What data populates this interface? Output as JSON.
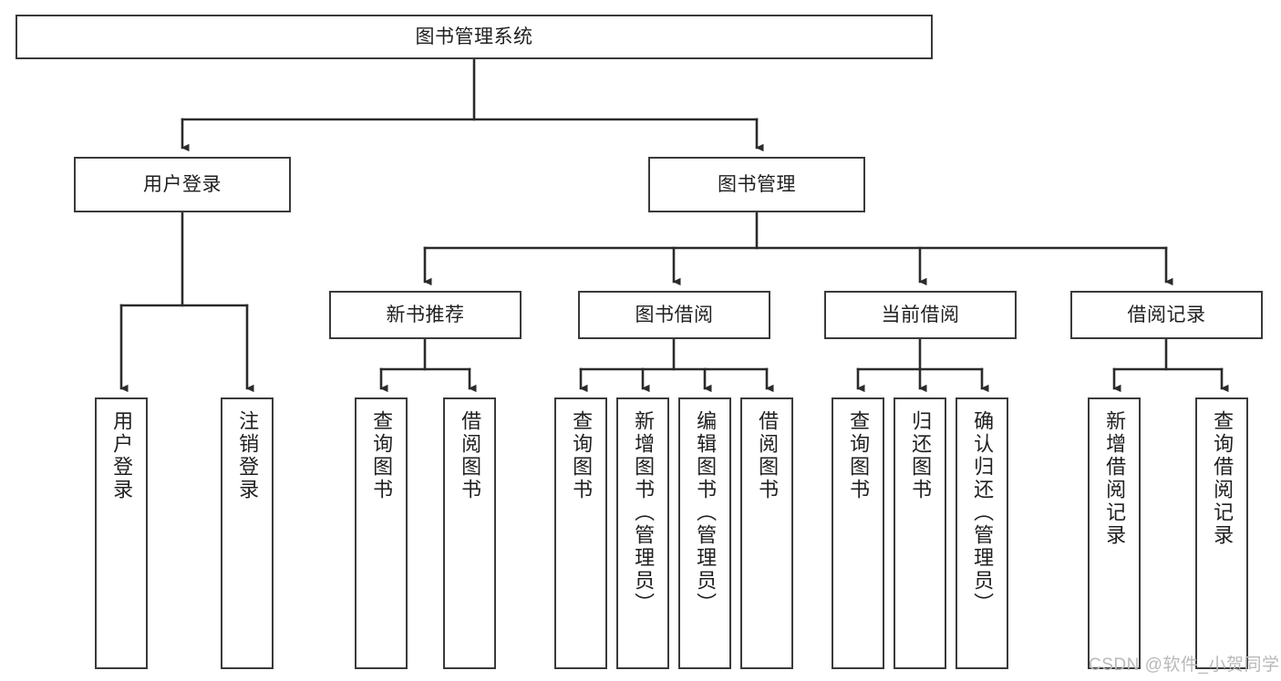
{
  "diagram": {
    "type": "tree-hierarchy-diagram",
    "title": "图书管理系统",
    "colors": {
      "box_border": "#3a3a3a",
      "box_fill": "#ffffff",
      "edge": "#2b2b2b",
      "text": "#1f1f1f",
      "watermark": "#b9b9b9",
      "background": "#ffffff"
    },
    "root": {
      "label": "图书管理系统"
    },
    "level2": [
      {
        "id": "user-login",
        "label": "用户登录"
      },
      {
        "id": "book-management",
        "label": "图书管理"
      }
    ],
    "level3": [
      {
        "id": "new-book-recommend",
        "label": "新书推荐",
        "parent": "book-management"
      },
      {
        "id": "book-borrow",
        "label": "图书借阅",
        "parent": "book-management"
      },
      {
        "id": "current-borrow",
        "label": "当前借阅",
        "parent": "book-management"
      },
      {
        "id": "borrow-record",
        "label": "借阅记录",
        "parent": "book-management"
      }
    ],
    "leaves": [
      {
        "id": "leaf-user-login",
        "label": "用户登录",
        "parent": "user-login"
      },
      {
        "id": "leaf-logout-login",
        "label": "注销登录",
        "parent": "user-login"
      },
      {
        "id": "leaf-query-book-1",
        "label": "查询图书",
        "parent": "new-book-recommend"
      },
      {
        "id": "leaf-borrow-book-1",
        "label": "借阅图书",
        "parent": "new-book-recommend"
      },
      {
        "id": "leaf-query-book-2",
        "label": "查询图书",
        "parent": "book-borrow"
      },
      {
        "id": "leaf-add-book",
        "label": "新增图书（管理员）",
        "parent": "book-borrow"
      },
      {
        "id": "leaf-edit-book",
        "label": "编辑图书（管理员）",
        "parent": "book-borrow"
      },
      {
        "id": "leaf-borrow-book-2",
        "label": "借阅图书",
        "parent": "book-borrow"
      },
      {
        "id": "leaf-query-book-3",
        "label": "查询图书",
        "parent": "current-borrow"
      },
      {
        "id": "leaf-return-book",
        "label": "归还图书",
        "parent": "current-borrow"
      },
      {
        "id": "leaf-confirm-return",
        "label": "确认归还（管理员）",
        "parent": "current-borrow"
      },
      {
        "id": "leaf-add-record",
        "label": "新增借阅记录",
        "parent": "borrow-record"
      },
      {
        "id": "leaf-query-record",
        "label": "查询借阅记录",
        "parent": "borrow-record"
      }
    ],
    "watermark": "CSDN @软件_小贺同学"
  }
}
